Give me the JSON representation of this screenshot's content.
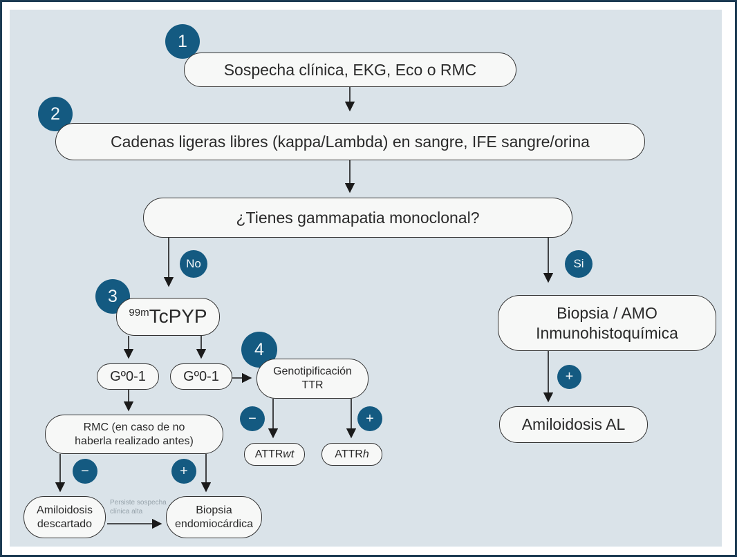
{
  "colors": {
    "frame_border": "#1c3b53",
    "panel_bg": "#dae3e9",
    "node_bg": "#f7f8f7",
    "node_border": "#333333",
    "circle_bg": "#145a81",
    "circle_text": "#ffffff",
    "arrow": "#1a1a1a",
    "note_text": "#97a3ab"
  },
  "nodes": {
    "step1": {
      "badge": "1",
      "text": "Sospecha clínica, EKG, Eco o RMC"
    },
    "step2": {
      "badge": "2",
      "text": "Cadenas ligeras libres (kappa/Lambda) en sangre, IFE sangre/orina"
    },
    "question": {
      "text": "¿Tienes gammapatia monoclonal?"
    },
    "no_label": "No",
    "si_label": "Si",
    "step3": {
      "badge": "3",
      "sup": "99m",
      "text": "TcPYP"
    },
    "grade_a": {
      "text": "Gº0-1"
    },
    "grade_b": {
      "text": "Gº0-1"
    },
    "step4": {
      "badge": "4",
      "line1": "Genotipificación",
      "line2": "TTR"
    },
    "rmc": {
      "line1": "RMC (en caso de no",
      "line2": "haberla realizado antes)"
    },
    "neg_label": "−",
    "pos_label": "+",
    "amiloidosis_descartado": {
      "line1": "Amiloidosis",
      "line2": "descartado"
    },
    "persiste_note": {
      "line1": "Persiste sospecha",
      "line2": "clínica alta"
    },
    "biopsia_endomiocardica": {
      "line1": "Biopsia",
      "line2": "endomiocárdica"
    },
    "attr_wt": {
      "prefix": "ATTR",
      "italic": "wt"
    },
    "attr_h": {
      "prefix": "ATTR",
      "italic": "h"
    },
    "biopsia_amo": {
      "line1": "Biopsia / AMO",
      "line2": "Inmunohistoquímica"
    },
    "amiloidosis_al": {
      "text": "Amiloidosis AL"
    }
  }
}
